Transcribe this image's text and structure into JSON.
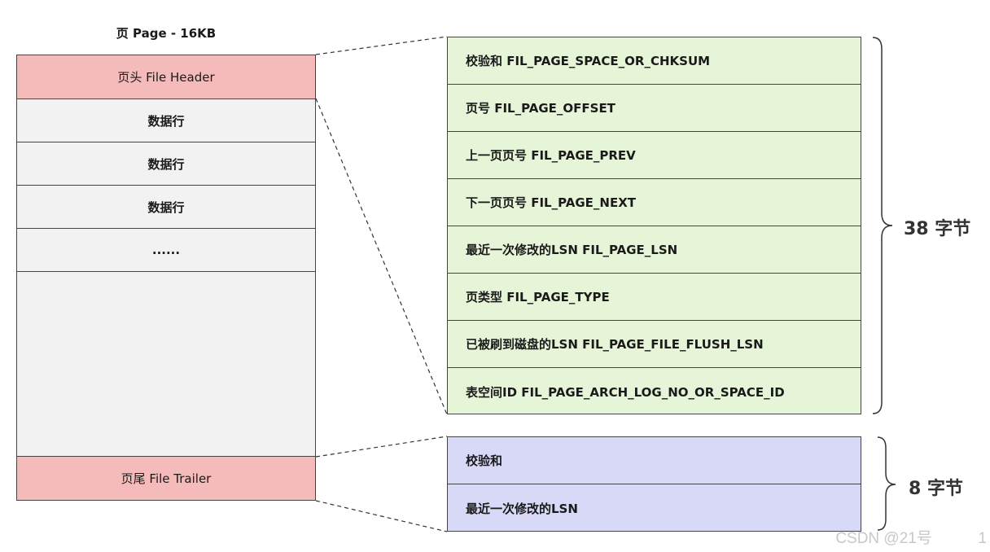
{
  "page": {
    "title": "页 Page - 16KB",
    "header_label": "页头 File Header",
    "data_rows": [
      "数据行",
      "数据行",
      "数据行",
      "......"
    ],
    "trailer_label": "页尾 File Trailer"
  },
  "header_fields": [
    "校验和   FIL_PAGE_SPACE_OR_CHKSUM",
    "页号  FIL_PAGE_OFFSET",
    "上一页页号  FIL_PAGE_PREV",
    "下一页页号  FIL_PAGE_NEXT",
    "最近一次修改的LSN  FIL_PAGE_LSN",
    "页类型  FIL_PAGE_TYPE",
    "已被刷到磁盘的LSN  FIL_PAGE_FILE_FLUSH_LSN",
    "表空间ID  FIL_PAGE_ARCH_LOG_NO_OR_SPACE_ID"
  ],
  "trailer_fields": [
    "校验和",
    "最近一次修改的LSN"
  ],
  "header_size_label": "38 字节",
  "trailer_size_label": "8 字节",
  "watermark": "CSDN @21号",
  "corner_number": "1",
  "colors": {
    "header_fill": "#f5bbbb",
    "data_fill": "#f2f2f2",
    "header_fields_fill": "#e6f5d8",
    "trailer_fields_fill": "#d7d9f7"
  }
}
